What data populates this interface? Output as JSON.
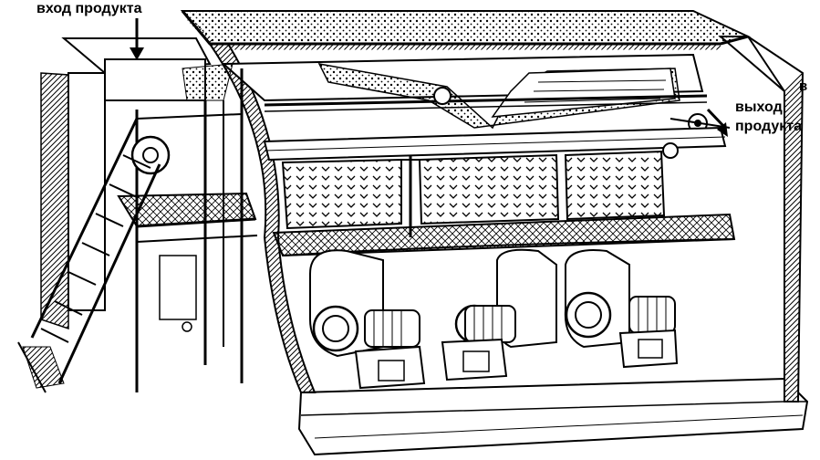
{
  "labels": {
    "product_inlet": "вход продукта",
    "product_outlet_line1": "выход",
    "product_outlet_line2": "продукта",
    "corner_letter": "в"
  },
  "colors": {
    "ink": "#000000",
    "paper": "#ffffff",
    "shade": "#d6d6d6"
  }
}
